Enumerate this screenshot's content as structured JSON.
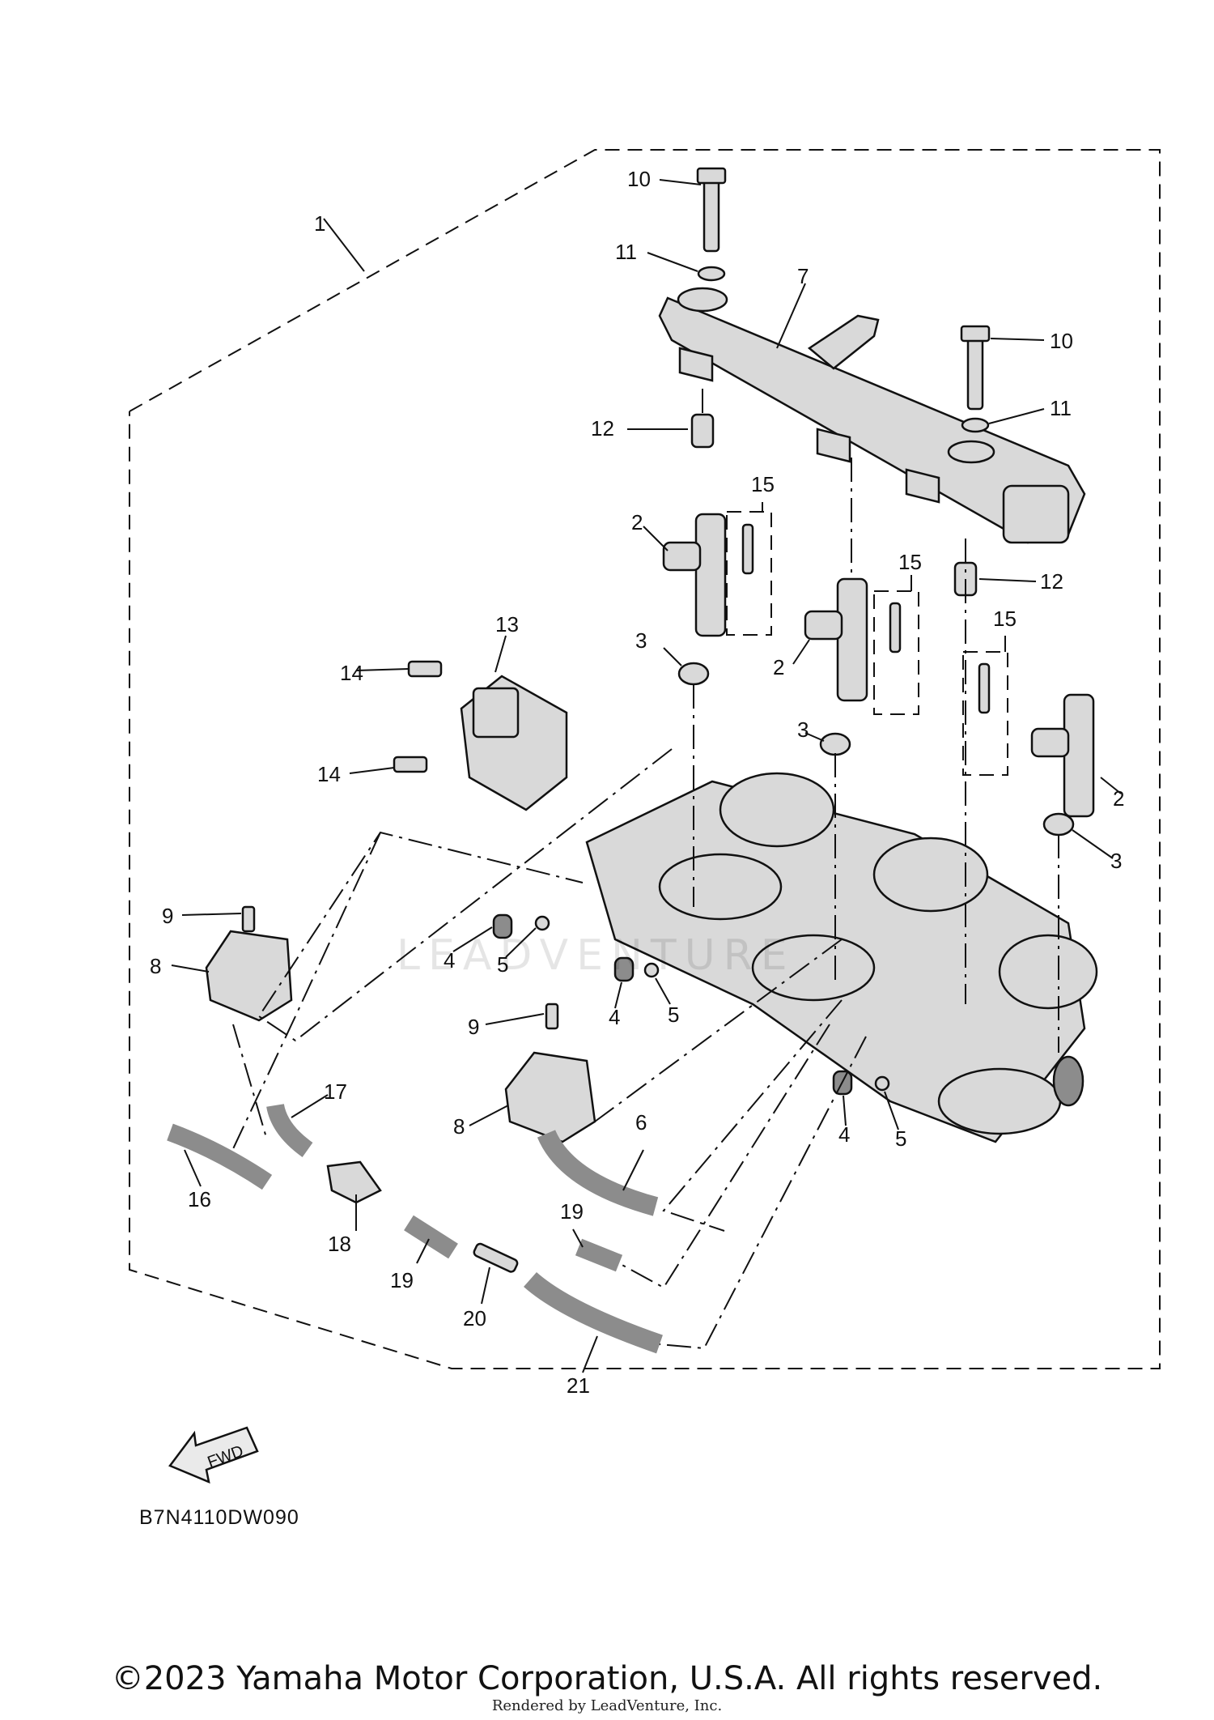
{
  "diagram": {
    "code": "B7N4110DW090",
    "fwd_label": "FWD",
    "watermark": "LEADVENTURE",
    "copyright": "©2023 Yamaha Motor Corporation, U.S.A. All rights reserved.",
    "render_note": "Rendered by LeadVenture, Inc."
  },
  "callouts": [
    "1",
    "2",
    "3",
    "4",
    "5",
    "6",
    "7",
    "8",
    "9",
    "10",
    "11",
    "12",
    "13",
    "14",
    "15",
    "16",
    "17",
    "18",
    "19",
    "20",
    "21"
  ]
}
